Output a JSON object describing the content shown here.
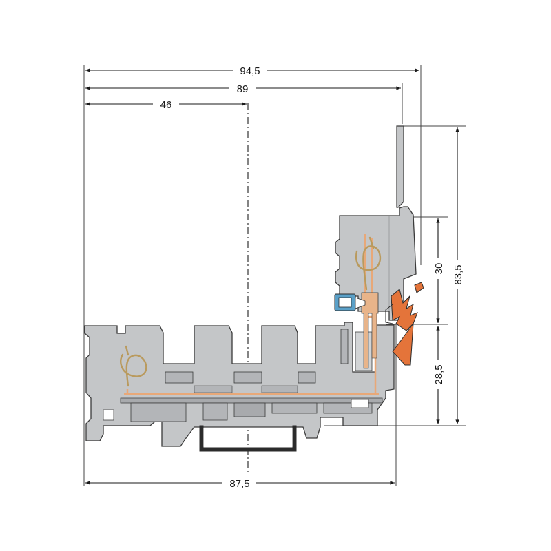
{
  "dimensions": {
    "top_overall": "94,5",
    "top_body": "89",
    "top_center": "46",
    "right_module": "30",
    "right_total": "83,5",
    "right_lower": "28,5",
    "bottom_width": "87,5"
  },
  "colors": {
    "housing": "#c4c6c8",
    "housing_dark": "#9c9ea1",
    "outline": "#3a3a3a",
    "copper": "#e8a878",
    "spring": "#b99a5e",
    "orange_lever": "#e4743a",
    "blue_marker": "#5aa0c8",
    "rail": "#2b2b2b"
  },
  "icons": [
    "terminal-block-drawing",
    "din-rail",
    "spring-clamp",
    "release-lever",
    "blue-marker-carrier"
  ]
}
